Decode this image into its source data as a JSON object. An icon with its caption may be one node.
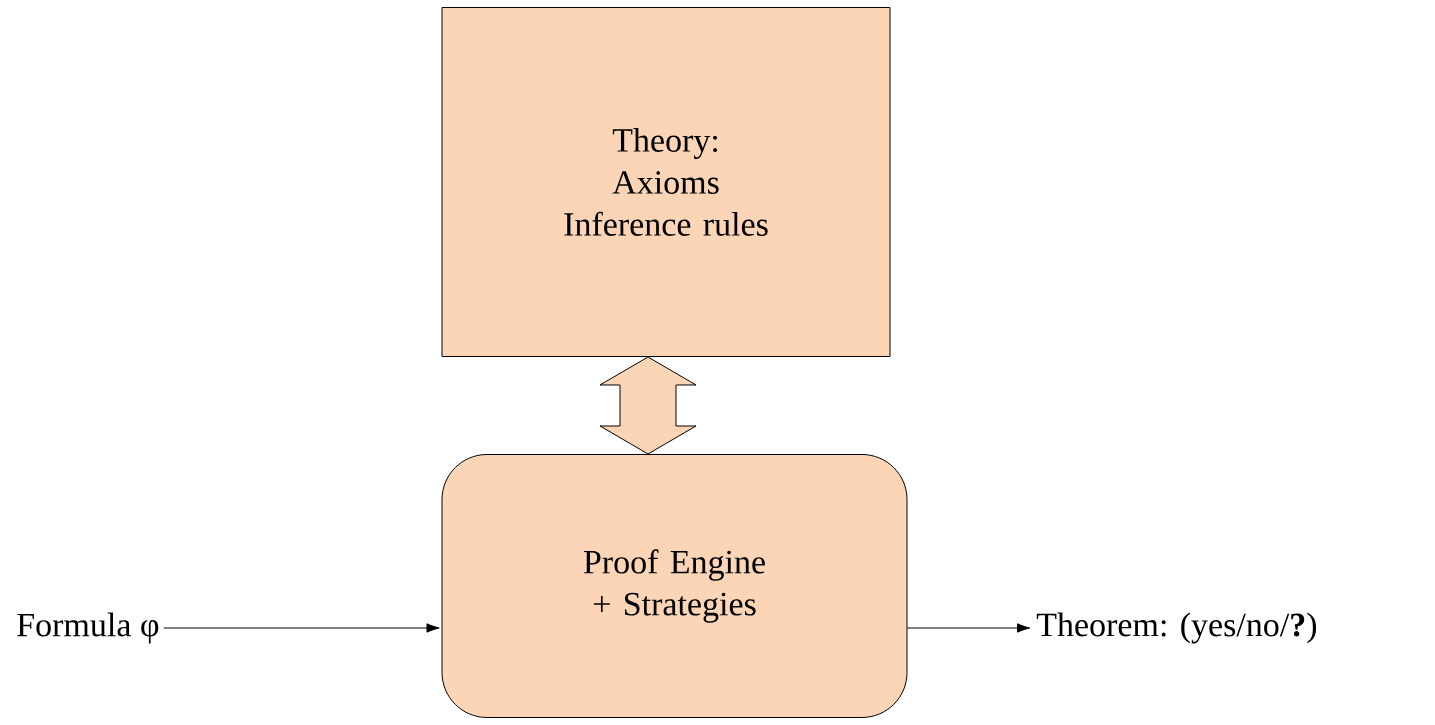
{
  "diagram": {
    "nodes": [
      {
        "text": [
          "Theory:",
          "Axioms",
          "Inference rules"
        ]
      },
      {
        "text": [
          "Proof Engine + Strategies"
        ]
      },
      {
        "text": [
          "Formula φ"
        ]
      },
      {
        "text": [
          "Theorem: (yes/no/**?**)"
        ]
      }
    ],
    "edges": [
      {
        "from": 0,
        "to": 1,
        "arrow": "both",
        "style": "thick"
      },
      {
        "from": 2,
        "to": 1,
        "arrow": "to"
      },
      {
        "from": 1,
        "to": 3,
        "arrow": "to"
      }
    ]
  }
}
